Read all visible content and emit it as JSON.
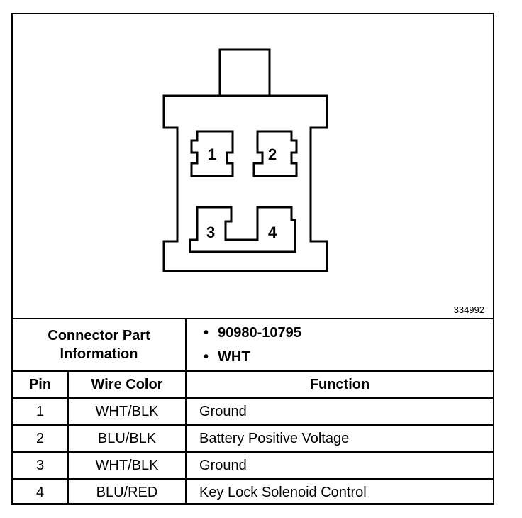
{
  "diagram": {
    "pins": [
      {
        "number": "1"
      },
      {
        "number": "2"
      },
      {
        "number": "3"
      },
      {
        "number": "4"
      }
    ],
    "figure_number": "334992"
  },
  "table": {
    "connector_label_line1": "Connector Part",
    "connector_label_line2": "Information",
    "connector_info": [
      "90980-10795",
      "WHT"
    ],
    "headers": {
      "pin": "Pin",
      "wire_color": "Wire Color",
      "function": "Function"
    },
    "rows": [
      {
        "pin": "1",
        "wire_color": "WHT/BLK",
        "function": "Ground"
      },
      {
        "pin": "2",
        "wire_color": "BLU/BLK",
        "function": "Battery Positive Voltage"
      },
      {
        "pin": "3",
        "wire_color": "WHT/BLK",
        "function": "Ground"
      },
      {
        "pin": "4",
        "wire_color": "BLU/RED",
        "function": "Key Lock Solenoid Control"
      }
    ]
  }
}
